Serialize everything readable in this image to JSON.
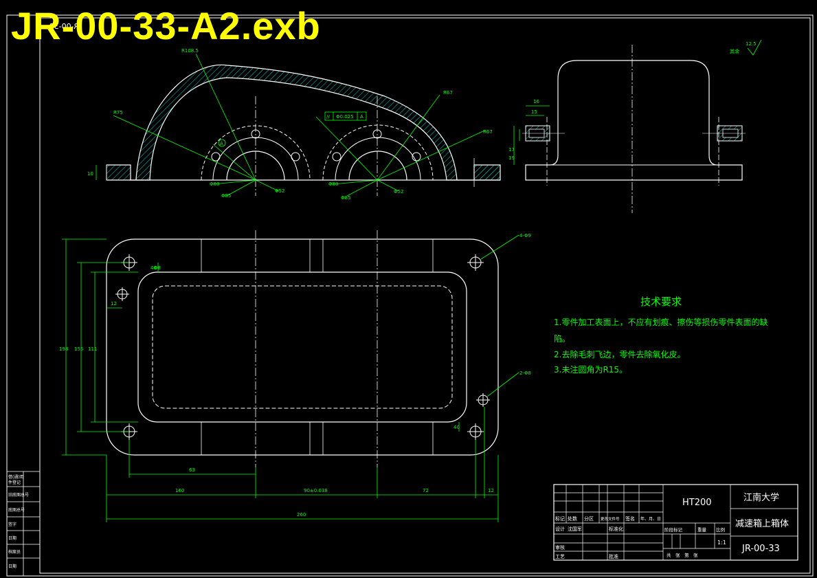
{
  "file_title": "JR-00-33-A2.exb",
  "drawing_number_mirrored": "JR-00-33",
  "colors": {
    "background": "#000000",
    "outline": "#ffffff",
    "dimension": "#00ff00",
    "hatch": "#00d0d0",
    "title_overlay": "#ffff00"
  },
  "technical_requirements": {
    "title": "技术要求",
    "items": [
      "1.零件加工表面上，不应有划痕、擦伤等损伤零件表面的缺",
      "陷。",
      "2.去除毛刺飞边，零件去除氧化皮。",
      "3.未注圆角为R15。"
    ]
  },
  "title_block": {
    "material": "HT200",
    "school": "江南大学",
    "part_name": "减速箱上箱体",
    "drawing_no": "JR-00-33",
    "scale": "1:1",
    "row_labels": {
      "mark": "标记",
      "count": "处数",
      "zone": "分区",
      "change_doc": "更改文件号",
      "signature": "签名",
      "date": "年、月、日"
    },
    "designer_label": "设计",
    "designer": "沈国军",
    "standardization": "标准化",
    "review": "审核",
    "process": "工艺",
    "approve": "批准",
    "stage_label": "阶段标记",
    "weight": "重量",
    "scale_label": "比例",
    "sheet_info": "共　张　第　张"
  },
  "left_strip": [
    "借(通)用",
    "件登记",
    "旧底图总号",
    "底图总号",
    "签字",
    "日期",
    "档案员",
    "日期"
  ],
  "dimensions": {
    "front_view": [
      "R108.5",
      "R75",
      "R67",
      "R67",
      "10",
      "Φ80",
      "Φ85",
      "Φ52",
      "Φ80",
      "Φ85",
      "Φ52",
      "A"
    ],
    "tolerance_frame": [
      "//",
      "Φ0.025",
      "A"
    ],
    "side_view": [
      "16",
      "15",
      "17",
      "19"
    ],
    "plan_view": [
      "4-Φ9",
      "2-Φ8",
      "Φ8",
      "12",
      "198",
      "155",
      "111",
      "63",
      "160",
      "90±0.038",
      "72",
      "12",
      "260",
      "40",
      "40"
    ],
    "roughness": "12.5",
    "roughness_note": "其余"
  }
}
